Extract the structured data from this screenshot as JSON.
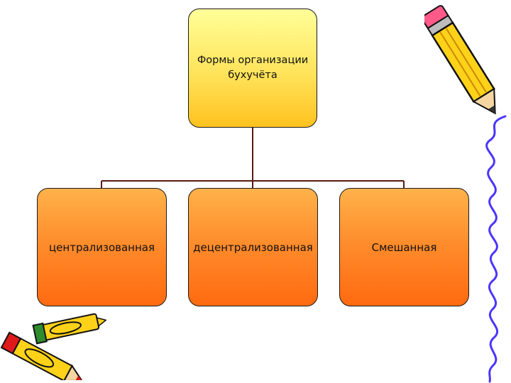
{
  "diagram": {
    "root": {
      "label": "Формы организации бухучёта"
    },
    "children": [
      {
        "label": "централизованная"
      },
      {
        "label": "децентрализованная"
      },
      {
        "label": "Смешанная"
      }
    ]
  },
  "colors": {
    "root_fill_top": "#ffff99",
    "root_fill_bottom": "#ffc21f",
    "child_fill_top": "#ffb24a",
    "child_fill_bottom": "#ff6a10",
    "connector": "#5a1a10",
    "squiggle": "#4b35ff"
  },
  "icons": [
    "pencil-icon",
    "crayon-icon",
    "squiggle-line"
  ]
}
